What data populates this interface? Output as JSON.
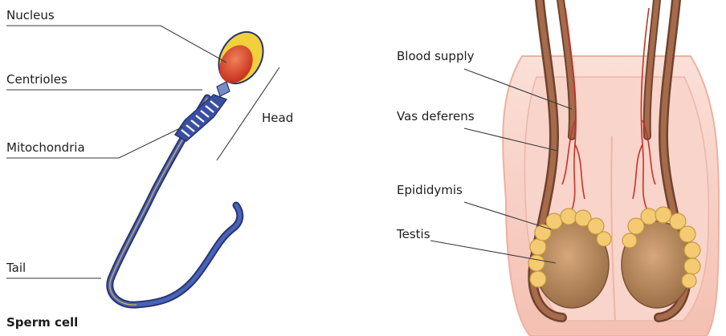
{
  "sperm_diagram": {
    "labels": {
      "nucleus": "Nucleus",
      "centrioles": "Centrioles",
      "mitochondria": "Mitochondria",
      "tail": "Tail",
      "head": "Head"
    },
    "caption": "Sperm cell"
  },
  "anatomy_diagram": {
    "labels": {
      "blood_supply": "Blood supply",
      "vas_deferens": "Vas deferens",
      "epididymis": "Epididymis",
      "testis": "Testis"
    }
  },
  "colors": {
    "tail": "#3a4fa3",
    "head_yellow": "#f2d03b",
    "head_red": "#d9452b",
    "scrotum_pink": "#f6c9bd",
    "testis_tan": "#b78a5c",
    "epididymis_yellow": "#f4cb72",
    "duct_brown": "#8b5a3c",
    "blood_red": "#c8322a"
  }
}
